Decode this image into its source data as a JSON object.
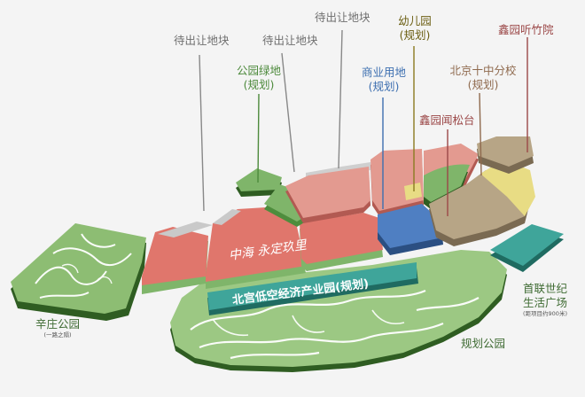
{
  "labels": {
    "reserved_left": "待出让地块",
    "reserved_mid": "待出让地块",
    "reserved_top": "待出让地块",
    "park_green_line1": "公园绿地",
    "park_green_line2": "(规划)",
    "kindergarten_line1": "幼儿园",
    "kindergarten_line2": "(规划)",
    "xinyuan_tingzhu": "鑫园听竹院",
    "commercial_line1": "商业用地",
    "commercial_line2": "(规划)",
    "school_line1": "北京十中分校",
    "school_line2": "(规划)",
    "xinyuan_wensong": "鑫园闻松台",
    "xinzhuang_park": "辛庄公园",
    "xinzhuang_park_note": "(一路之隔)",
    "shoulian_line1": "首联世纪",
    "shoulian_line2": "生活广场",
    "shoulian_note": "(距项目约900米)",
    "planned_park": "规划公园",
    "industrial_park": "北宫低空经济产业园(规划)",
    "project_name": "中海 永定玖里"
  },
  "colors": {
    "residential": "#e0766c",
    "park_green": "#7fb56a",
    "planned_park": "#9cc883",
    "commercial": "#4f7fc2",
    "kindergarten": "#e8dc84",
    "school": "#b7a586",
    "teal": "#3fa59a",
    "reserved": "#d8d8d8"
  }
}
